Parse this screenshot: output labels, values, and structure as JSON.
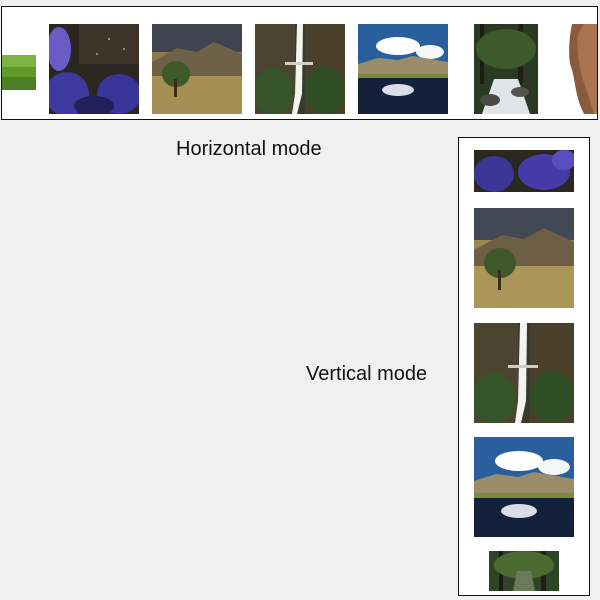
{
  "labels": {
    "horizontal": "Horizontal mode",
    "vertical": "Vertical mode"
  },
  "horizontal_strip": {
    "thumbnails": [
      "green-leaf-photo-partial",
      "night-sky-purple-flowers-photo",
      "mountain-meadow-tree-photo",
      "waterfall-cliffs-photo",
      "lake-mountain-reflection-photo",
      "forest-stream-photo",
      "canyon-photo-partial"
    ]
  },
  "vertical_strip": {
    "thumbnails": [
      "night-sky-purple-flowers-photo-partial",
      "mountain-meadow-tree-photo",
      "waterfall-cliffs-photo",
      "lake-mountain-reflection-photo",
      "forest-photo-partial"
    ]
  },
  "colors": {
    "background": "#f0f0f0",
    "border": "#111111"
  }
}
